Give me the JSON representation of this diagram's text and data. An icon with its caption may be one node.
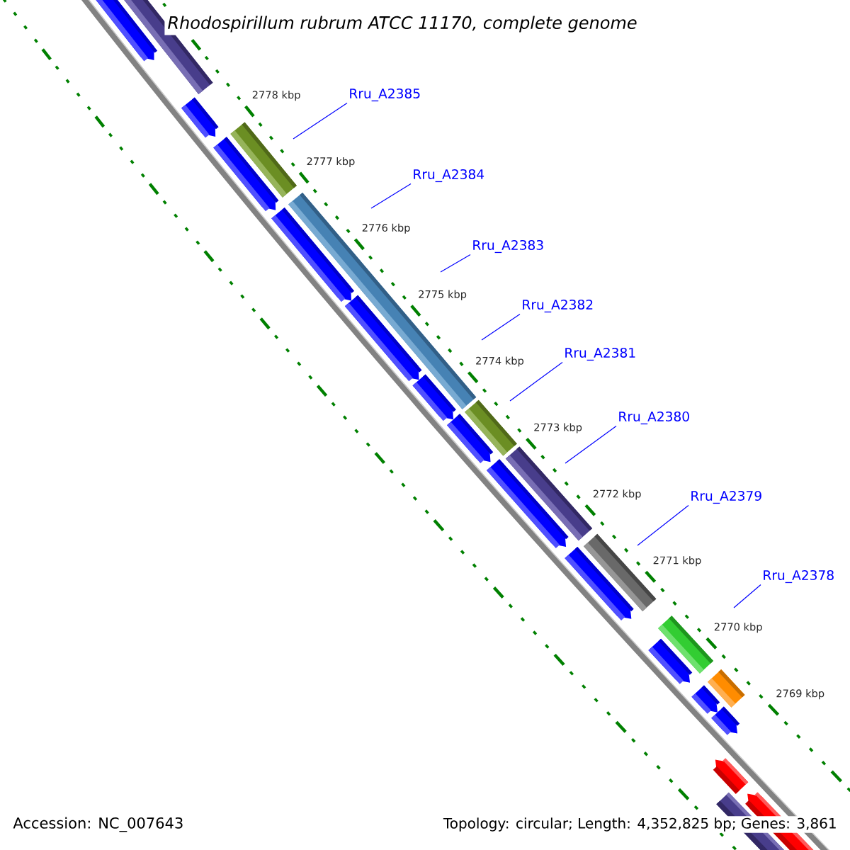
{
  "diagram": {
    "title": "Rhodospirillum rubrum ATCC 11170, complete genome",
    "nodes": [
      {
        "text": [
          "Rru_A2385"
        ]
      },
      {
        "text": [
          "Rru_A2384"
        ]
      },
      {
        "text": [
          "Rru_A2383"
        ]
      },
      {
        "text": [
          "Rru_A2382"
        ]
      },
      {
        "text": [
          "Rru_A2381"
        ]
      },
      {
        "text": [
          "Rru_A2380"
        ]
      },
      {
        "text": [
          "Rru_A2379"
        ]
      },
      {
        "text": [
          "Rru_A2378"
        ]
      }
    ],
    "edges": [
      {
        "from": 0,
        "to": null,
        "arrow": "none"
      },
      {
        "from": 1,
        "to": null,
        "arrow": "none"
      },
      {
        "from": 2,
        "to": null,
        "arrow": "none"
      },
      {
        "from": 3,
        "to": null,
        "arrow": "none"
      },
      {
        "from": 4,
        "to": null,
        "arrow": "none"
      },
      {
        "from": 5,
        "to": null,
        "arrow": "none"
      },
      {
        "from": 6,
        "to": null,
        "arrow": "none"
      },
      {
        "from": 7,
        "to": null,
        "arrow": "none"
      }
    ],
    "labels": [
      "2778 kbp",
      "2777 kbp",
      "2776 kbp",
      "2775 kbp",
      "2774 kbp",
      "2773 kbp",
      "2772 kbp",
      "2771 kbp",
      "2770 kbp",
      "2769 kbp",
      "Accession: NC_007643",
      "Topology: circular; Length: 4,352,825 bp; Genes: 3,861"
    ]
  }
}
